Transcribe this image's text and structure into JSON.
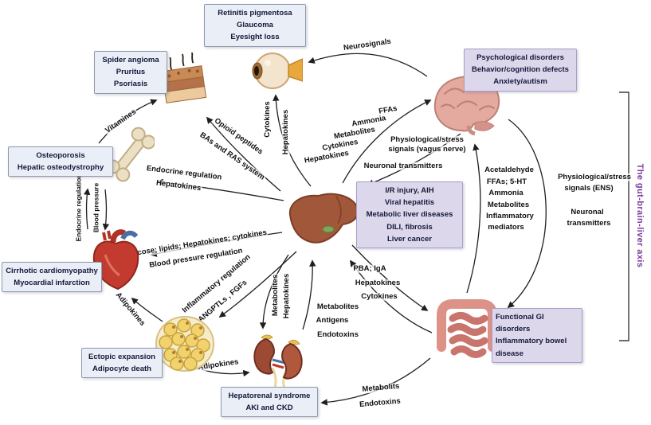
{
  "boxes": {
    "eye": {
      "lines": [
        "Retinitis pigmentosa",
        "Glaucoma",
        "Eyesight loss"
      ]
    },
    "skin": {
      "lines": [
        "Spider angioma",
        "Pruritus",
        "Psoriasis"
      ]
    },
    "bone": {
      "lines": [
        "Osteoporosis",
        "Hepatic osteodystrophy"
      ]
    },
    "heart": {
      "lines": [
        "Cirrhotic cardiomyopathy",
        "Myocardial infarction"
      ]
    },
    "adipose": {
      "lines": [
        "Ectopic expansion",
        "Adipocyte death"
      ]
    },
    "kidney": {
      "lines": [
        "Hepatorenal syndrome",
        "AKI and CKD"
      ]
    },
    "liver": {
      "lines": [
        "I/R injury, AIH",
        "Viral hepatitis",
        "Metabolic liver diseases",
        "DILI, fibrosis",
        "Liver cancer"
      ]
    },
    "brain": {
      "lines": [
        "Psychological disorders",
        "Behavior/cognition defects",
        "Anxiety/autism"
      ]
    },
    "gut": {
      "lines": [
        "Functional GI disorders",
        "Inflammatory bowel disease"
      ]
    }
  },
  "labels": {
    "neurosignals": "Neurosignals",
    "cytokines_eye": "Cytokines",
    "hepatokines_eye": "Hepatokines",
    "vitamines": "Vitamines",
    "opioid_peptides": "Opioid peptides",
    "bas_ras": "BAs and RAS system",
    "endocrine_regulation": "Endocrine regulation",
    "hepatokines_bone": "Hepatokines",
    "endocrine_regulation_vert": "Endocrine regulation",
    "blood_pressure_vert": "Blood pressure",
    "glucose_lipids": "Glucose; lipids; Hepatokines; cytokines",
    "blood_pressure_regulation": "Blood pressure regulation",
    "inflammatory_regulation": "Inflammatory regulation",
    "angptls_fgfs": "ANGPTLs , FGFs",
    "adipokines_heart": "Adipokines",
    "adipokines_kidney": "Adipokines",
    "metabolites_kidney": "Metabolites",
    "hepatokines_kidney": "Hepatokines",
    "ffas": "FFAs",
    "ammonia_left": "Ammonia",
    "metabolites_left": "Metabolites",
    "cytokines_left": "Cytokines",
    "hepatokines_left": "Hepatokines",
    "physio_vagus_line1": "Physiological/stress",
    "physio_vagus_line2": "signals (vagus nerve)",
    "neuronal_transmitters_left": "Neuronal transmitters",
    "acetaldehyde": "Acetaldehyde",
    "ffas_5ht": "FFAs; 5-HT",
    "ammonia_right": "Ammonia",
    "metabolites_right": "Metabolites",
    "inflammatory_line1": "Inflammatory",
    "inflammatory_line2": "mediators",
    "physio_ens_line1": "Physiological/stress",
    "physio_ens_line2": "signals (ENS)",
    "neuronal_right_line1": "Neuronal",
    "neuronal_right_line2": "transmitters",
    "pba_iga": "PBA; IgA",
    "hepatokines_gut": "Hepatokines",
    "cytokines_gut": "Cytokines",
    "metabolites_gut": "Metabolites",
    "antigens": "Antigens",
    "endotoxins_gut": "Endotoxins",
    "metabolits_bottom": "Metabolits",
    "endotoxins_bottom": "Endotoxins",
    "axis_title": "The gut-brain-liver axis"
  },
  "colors": {
    "box_blue_bg": "#eaeef7",
    "box_purple_bg": "#ddd7ec",
    "arrow": "#1f1f1f",
    "axis_text": "#7d3c9e"
  }
}
